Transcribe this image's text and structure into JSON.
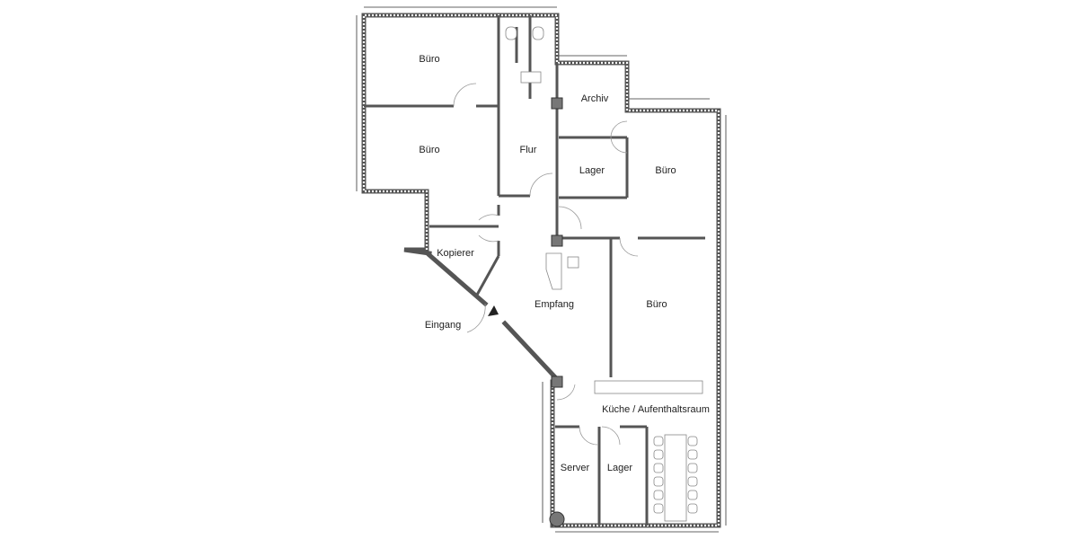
{
  "plan": {
    "rooms": [
      {
        "id": "buero-1",
        "label": "Büro"
      },
      {
        "id": "buero-2",
        "label": "Büro"
      },
      {
        "id": "flur",
        "label": "Flur"
      },
      {
        "id": "archiv",
        "label": "Archiv"
      },
      {
        "id": "lager-1",
        "label": "Lager"
      },
      {
        "id": "buero-3",
        "label": "Büro"
      },
      {
        "id": "kopierer",
        "label": "Kopierer"
      },
      {
        "id": "empfang",
        "label": "Empfang"
      },
      {
        "id": "buero-4",
        "label": "Büro"
      },
      {
        "id": "eingang",
        "label": "Eingang"
      },
      {
        "id": "kueche",
        "label": "Küche / Aufenthaltsraum"
      },
      {
        "id": "server",
        "label": "Server"
      },
      {
        "id": "lager-2",
        "label": "Lager"
      }
    ],
    "wall_color": "#555555",
    "column_color": "#777777"
  }
}
